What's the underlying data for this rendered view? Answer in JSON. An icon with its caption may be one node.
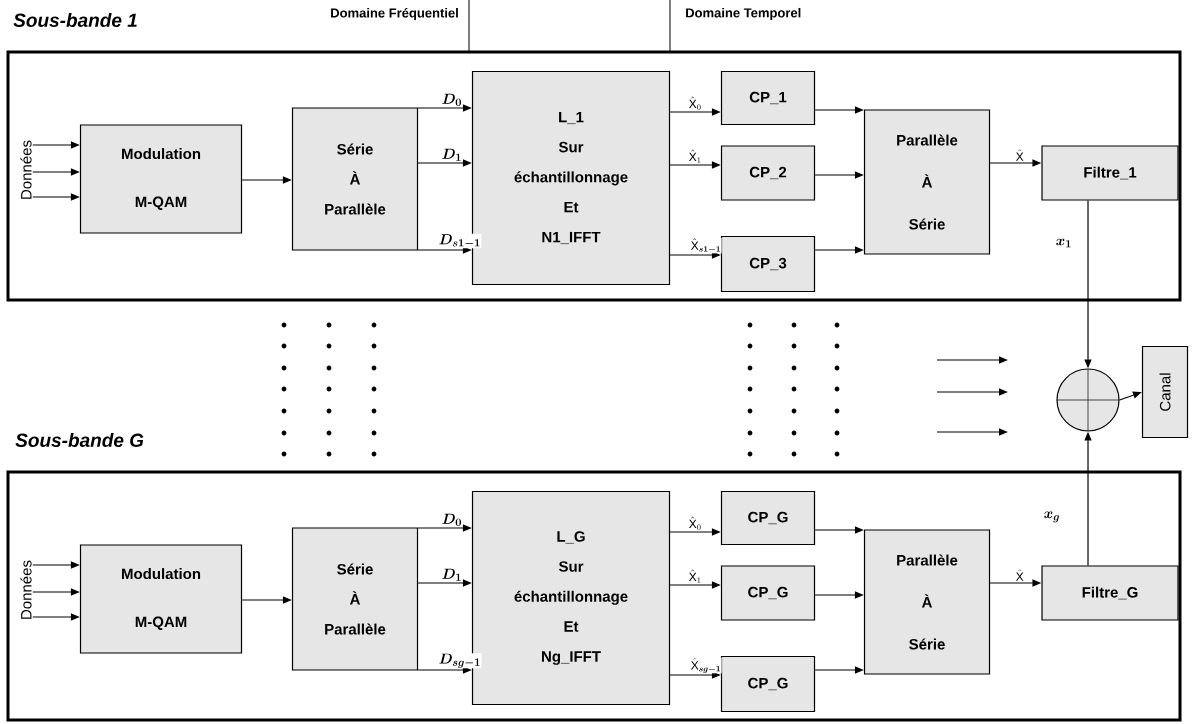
{
  "diagram": {
    "nodes": [
      {
        "text": [
          "Sous-bande 1"
        ]
      },
      {
        "text": [
          "Données"
        ],
        "in": 0
      },
      {
        "text": [
          "Modulation",
          "M-QAM"
        ],
        "in": 0
      },
      {
        "text": [
          "Série",
          "À",
          "Parallèle"
        ],
        "in": 0
      },
      {
        "text": [
          "L_1",
          "Sur",
          "échantillonnage",
          "Et",
          "N1_IFFT"
        ],
        "in": 0
      },
      {
        "text": [
          "CP_1"
        ],
        "in": 0
      },
      {
        "text": [
          "CP_2"
        ],
        "in": 0
      },
      {
        "text": [
          "CP_3"
        ],
        "in": 0
      },
      {
        "text": [
          "Parallèle",
          "À",
          "Série"
        ],
        "in": 0
      },
      {
        "text": [
          "Filtre_1"
        ],
        "in": 0
      },
      {
        "text": [
          "Sous-bande G"
        ]
      },
      {
        "text": [
          "Données"
        ],
        "in": 10
      },
      {
        "text": [
          "Modulation",
          "M-QAM"
        ],
        "in": 10
      },
      {
        "text": [
          "Série",
          "À",
          "Parallèle"
        ],
        "in": 10
      },
      {
        "text": [
          "L_G",
          "Sur",
          "échantillonnage",
          "Et",
          "Ng_IFFT"
        ],
        "in": 10
      },
      {
        "text": [
          "CP_G"
        ],
        "in": 10
      },
      {
        "text": [
          "CP_G"
        ],
        "in": 10
      },
      {
        "text": [
          "CP_G"
        ],
        "in": 10
      },
      {
        "text": [
          "Parallèle",
          "À",
          "Série"
        ],
        "in": 10
      },
      {
        "text": [
          "Filtre_G"
        ],
        "in": 10
      },
      {
        "text": [],
        "shape": "circle"
      },
      {
        "text": [
          "Canal"
        ]
      }
    ],
    "edges": [
      {
        "from": 1,
        "to": 2,
        "arrow": "to"
      },
      {
        "from": 1,
        "to": 2,
        "arrow": "to"
      },
      {
        "from": 1,
        "to": 2,
        "arrow": "to"
      },
      {
        "from": 2,
        "to": 3,
        "arrow": "to"
      },
      {
        "from": 3,
        "to": 4,
        "arrow": "to",
        "label": "\\boldsymbol{D_{0}}"
      },
      {
        "from": 3,
        "to": 4,
        "arrow": "to",
        "label": "\\boldsymbol{D_{1}}"
      },
      {
        "from": 3,
        "to": 4,
        "arrow": "to",
        "label": "\\boldsymbol{D_{s1-1}}"
      },
      {
        "from": 4,
        "to": 5,
        "arrow": "to",
        "label": "\\hat{\\mathrm{X}}_{0}"
      },
      {
        "from": 4,
        "to": 6,
        "arrow": "to",
        "label": "\\hat{\\mathrm{X}}_{1}"
      },
      {
        "from": 4,
        "to": 7,
        "arrow": "to",
        "label": "\\hat{\\mathrm{X}}_{\\boldsymbol{s1-1}}"
      },
      {
        "from": 5,
        "to": 8,
        "arrow": "to"
      },
      {
        "from": 6,
        "to": 8,
        "arrow": "to"
      },
      {
        "from": 7,
        "to": 8,
        "arrow": "to"
      },
      {
        "from": 8,
        "to": 9,
        "arrow": "to",
        "label": "\\hat{\\mathrm{X}}"
      },
      {
        "from": 9,
        "to": 20,
        "arrow": "to",
        "label": "\\boldsymbol{x_{1}}"
      },
      {
        "from": 11,
        "to": 12,
        "arrow": "to"
      },
      {
        "from": 11,
        "to": 12,
        "arrow": "to"
      },
      {
        "from": 11,
        "to": 12,
        "arrow": "to"
      },
      {
        "from": 12,
        "to": 13,
        "arrow": "to"
      },
      {
        "from": 13,
        "to": 14,
        "arrow": "to",
        "label": "\\boldsymbol{D_{0}}"
      },
      {
        "from": 13,
        "to": 14,
        "arrow": "to",
        "label": "\\boldsymbol{D_{1}}"
      },
      {
        "from": 13,
        "to": 14,
        "arrow": "to",
        "label": "\\boldsymbol{D_{sg-1}}"
      },
      {
        "from": 14,
        "to": 15,
        "arrow": "to",
        "label": "\\hat{\\mathrm{X}}_{0}"
      },
      {
        "from": 14,
        "to": 16,
        "arrow": "to",
        "label": "\\hat{\\mathrm{X}}_{1}"
      },
      {
        "from": 14,
        "to": 17,
        "arrow": "to",
        "label": "\\hat{\\mathrm{X}}_{\\boldsymbol{sg-1}}"
      },
      {
        "from": 15,
        "to": 18,
        "arrow": "to"
      },
      {
        "from": 16,
        "to": 18,
        "arrow": "to"
      },
      {
        "from": 17,
        "to": 18,
        "arrow": "to"
      },
      {
        "from": 18,
        "to": 19,
        "arrow": "to",
        "label": "\\hat{\\mathrm{X}}"
      },
      {
        "from": 19,
        "to": 20,
        "arrow": "to",
        "label": "\\boldsymbol{x_{g}}"
      },
      {
        "from": 20,
        "to": 21,
        "arrow": "to"
      }
    ],
    "labels": [
      "Domaine Fréquentiel",
      "Domaine Temporel"
    ]
  }
}
